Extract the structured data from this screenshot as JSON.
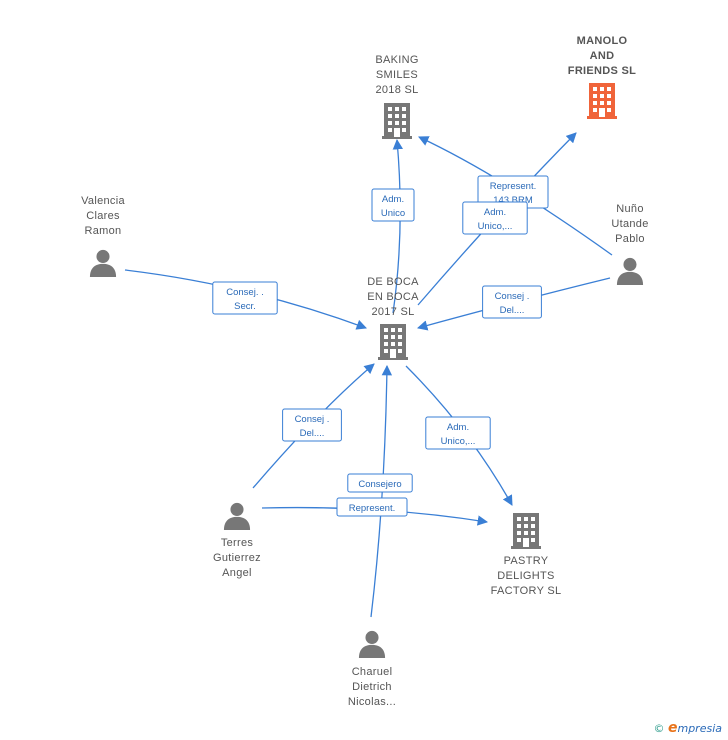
{
  "colors": {
    "edge": "#3a7fd5",
    "company": "#777777",
    "company_highlight": "#f0643a",
    "person": "#777777"
  },
  "nodes": [
    {
      "id": "baking",
      "kind": "company",
      "highlight": false,
      "lines": [
        "BAKING",
        "SMILES",
        "2018  SL"
      ]
    },
    {
      "id": "manolo",
      "kind": "company",
      "highlight": true,
      "lines": [
        "MANOLO",
        "AND",
        "FRIENDS  SL"
      ]
    },
    {
      "id": "deboca",
      "kind": "company",
      "highlight": false,
      "lines": [
        "DE BOCA",
        "EN BOCA",
        "2017  SL"
      ]
    },
    {
      "id": "pastry",
      "kind": "company",
      "highlight": false,
      "lines": [
        "PASTRY",
        "DELIGHTS",
        "FACTORY  SL"
      ]
    },
    {
      "id": "valencia",
      "kind": "person",
      "lines": [
        "Valencia",
        "Clares",
        "Ramon"
      ]
    },
    {
      "id": "nuno",
      "kind": "person",
      "lines": [
        "Nuño",
        "Utande",
        "Pablo"
      ]
    },
    {
      "id": "terres",
      "kind": "person",
      "lines": [
        "Terres",
        "Gutierrez",
        "Angel"
      ]
    },
    {
      "id": "charuel",
      "kind": "person",
      "lines": [
        "Charuel",
        "Dietrich",
        "Nicolas..."
      ]
    }
  ],
  "edges": [
    {
      "id": "deboca-baking",
      "label": [
        "Adm.",
        "Unico"
      ]
    },
    {
      "id": "nuno-baking",
      "label": [
        "Represent.",
        "143 BRM"
      ]
    },
    {
      "id": "deboca-manolo",
      "label": [
        "Adm.",
        "Unico,..."
      ]
    },
    {
      "id": "valencia-deboca",
      "label": [
        "Consej. .",
        "Secr."
      ]
    },
    {
      "id": "nuno-deboca",
      "label": [
        "Consej .",
        "Del...."
      ]
    },
    {
      "id": "terres-deboca",
      "label": [
        "Consej .",
        "Del...."
      ]
    },
    {
      "id": "deboca-pastry",
      "label": [
        "Adm.",
        "Unico,..."
      ]
    },
    {
      "id": "charuel-deboca",
      "label": [
        "Consejero"
      ]
    },
    {
      "id": "terres-pastry",
      "label": [
        "Represent."
      ]
    }
  ],
  "footer": {
    "copyright": "©",
    "brand_first": "e",
    "brand_rest": "mpresia"
  }
}
